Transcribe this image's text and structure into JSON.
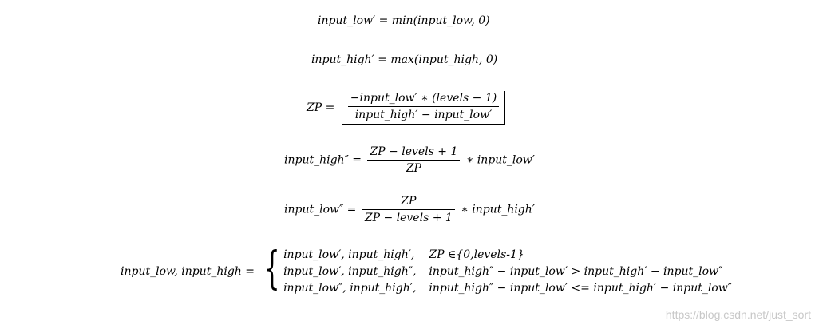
{
  "formulas": {
    "eq1": "input_low′ = min(input_low, 0)",
    "eq2": "input_high′ = max(input_high, 0)",
    "eq3": {
      "lhs": "ZP =",
      "numerator": "−input_low′ ∗ (levels − 1)",
      "denominator": "input_high′ − input_low′"
    },
    "eq4": {
      "lhs": "input_high″ =",
      "numerator": "ZP − levels + 1",
      "denominator": "ZP",
      "rhs": "∗ input_low′"
    },
    "eq5": {
      "lhs": "input_low″ =",
      "numerator": "ZP",
      "denominator": "ZP − levels + 1",
      "rhs": "∗ input_high′"
    },
    "eq6": {
      "lhs": "input_low, input_high =",
      "cases": [
        {
          "value": "input_low′, input_high′,",
          "condition": "ZP ∈{0,levels-1}"
        },
        {
          "value": "input_low′, input_high″,",
          "condition": "input_high″ − input_low′ > input_high′ − input_low″"
        },
        {
          "value": "input_low″, input_high′,",
          "condition": "input_high″ − input_low′ <= input_high′ − input_low″"
        }
      ]
    }
  },
  "watermark": "https://blog.csdn.net/just_sort"
}
